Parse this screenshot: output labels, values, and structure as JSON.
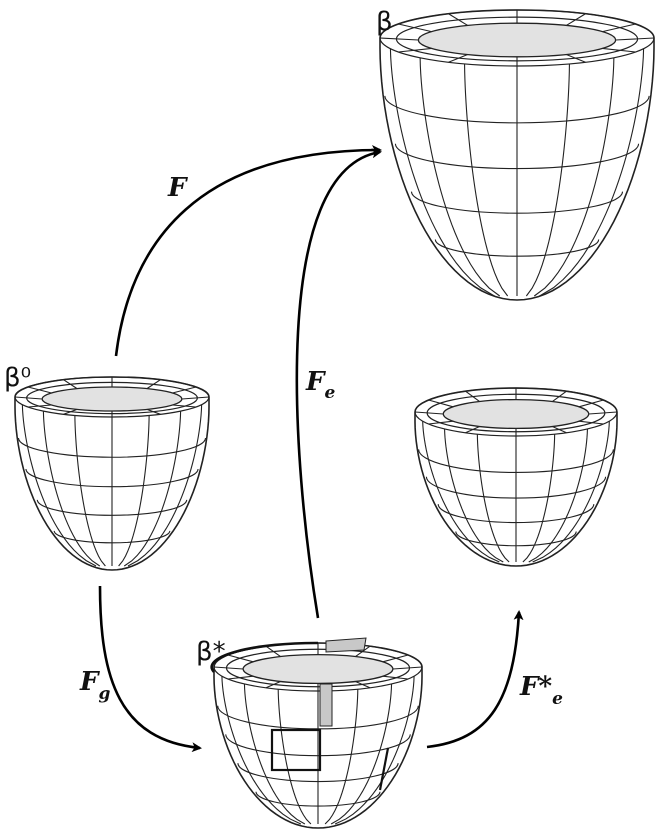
{
  "states": {
    "reference": {
      "label": "β⁰"
    },
    "current": {
      "label": "β"
    },
    "grown": {
      "label": "β*"
    },
    "relaxed": {
      "label": ""
    }
  },
  "maps": {
    "total": {
      "symbol": "F",
      "subscript": ""
    },
    "growth": {
      "symbol": "F",
      "subscript": "g"
    },
    "elastic": {
      "symbol": "F",
      "subscript": "e"
    },
    "elastic_star": {
      "symbol": "F*",
      "subscript": "e"
    }
  },
  "colors": {
    "line": "#222222",
    "cavity": "#e2e2e2",
    "highlight": "#c8c8c8"
  }
}
